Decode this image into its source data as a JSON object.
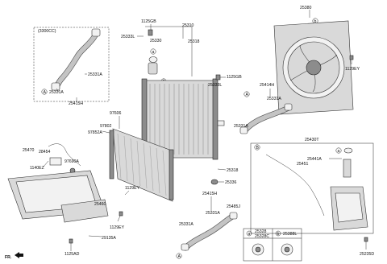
{
  "labels": {
    "l25380": "25380",
    "l1125GB_a": "1125GB",
    "l25310": "25310",
    "l25333L_a": "25333L",
    "l25330": "25330",
    "l25318_a": "25318",
    "l3300cc": "(3300CC)",
    "l25331A_a": "25331A",
    "l25331A_b": "25331A",
    "l25415H_a": "25415H",
    "l1129EY_a": "1129EY",
    "l25333L_b": "25333L",
    "l1125GB_b": "1125GB",
    "l25414H": "25414H",
    "l25331A_c": "25331A",
    "l25331A_d": "25331A",
    "l97606": "97606",
    "l97802": "97802",
    "l97852A": "97852A",
    "l25470": "25470",
    "l28454": "28454",
    "l1140EZ": "1140EZ",
    "l97690A": "97690A",
    "l25430T": "25430T",
    "l25441A": "25441A",
    "l25451": "25451",
    "l25318_b": "25318",
    "l25336": "25336",
    "l1129EY_b": "1129EY",
    "l25460": "25460",
    "l1129EY_c": "1129EY",
    "l29135A": "29135A",
    "l1125AD": "1125AD",
    "l25415H_b": "25415H",
    "l25485J": "25485J",
    "l25331A_e": "25331A",
    "l25331A_f": "25331A",
    "l25328": "25328",
    "l25328C": "25328C",
    "l25388L": "25388L",
    "l25235D": "25235D",
    "fr": "FR."
  },
  "callouts": {
    "a": "a",
    "b": "b",
    "A": "A",
    "B": "B"
  },
  "icons": [
    "clamp-icon",
    "bolt-icon",
    "front-arrow-icon"
  ]
}
